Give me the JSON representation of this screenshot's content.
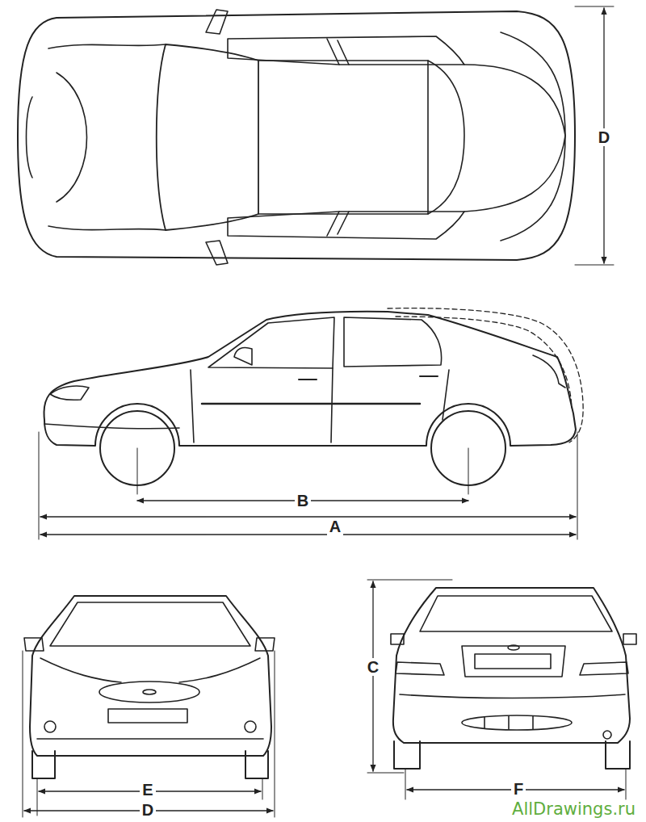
{
  "diagram": {
    "labels": [
      "D",
      "B",
      "A",
      "C",
      "E",
      "D",
      "F",
      "AllDrawings.ru"
    ]
  }
}
